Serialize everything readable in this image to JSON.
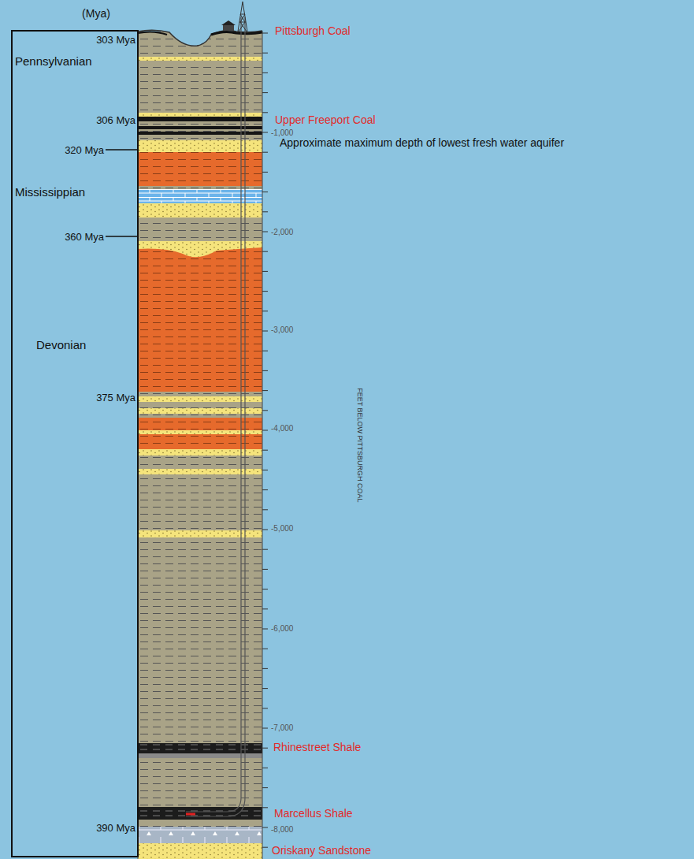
{
  "diagram": {
    "nodes": [
      {
        "text": [
          "(Mya)",
          "303 Mya",
          "Pennsylvanian",
          "306 Mya",
          "320 Mya",
          "Mississippian",
          "360 Mya",
          "Devonian",
          "375 Mya",
          "390 Mya"
        ]
      }
    ],
    "labels": [
      "Pittsburgh Coal",
      "Upper Freeport Coal",
      "-1,000",
      "Approximate maximum depth of lowest fresh water aquifer",
      "-2,000",
      "-3,000",
      "FEET BELOW PITTSBURGH COAL",
      "-4,000",
      "-5,000",
      "-6,000",
      "-7,000",
      "Rhinestreet Shale",
      "Marcellus Shale",
      "-8,000",
      "Oriskany Sandstone"
    ]
  }
}
